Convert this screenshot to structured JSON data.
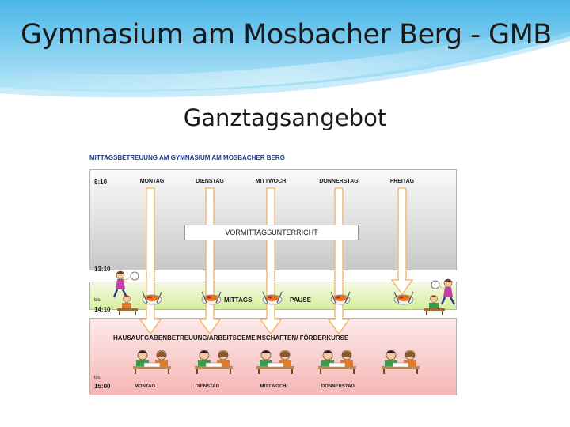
{
  "slide": {
    "title": "Gymnasium am Mosbacher Berg - GMB",
    "subtitle": "Ganztagsangebot"
  },
  "schedule": {
    "title": "MITTAGSBETREUUNG AM GYMNASIUM AM MOSBACHER BERG",
    "days": [
      "MONTAG",
      "DIENSTAG",
      "MITTWOCH",
      "DONNERSTAG",
      "FREITAG"
    ],
    "footer_days": [
      "MONTAG",
      "DIENSTAG",
      "MITTWOCH",
      "DONNERSTAG"
    ],
    "times": {
      "start": "8:10",
      "midday": "13:10",
      "bis_1": "bis",
      "lunch_end": "14:10",
      "bis_2": "bis",
      "end": "15:00"
    },
    "morning_label": "VORMITTAGSUNTERRICHT",
    "lunch_label_1": "MITTAGS",
    "lunch_label_2": "PAUSE",
    "afternoon_label": "HAUSAUFGABENBETREUUNG/ARBEITSGEMEINSCHAFTEN/ FÖRDERKURSE"
  },
  "colors": {
    "banner": "#5cc0ec",
    "arrow_fill": "#ffffff",
    "arrow_stroke": "#f0b060",
    "lunch_band": "#d8ee9e",
    "afternoon_band": "#f6b6b6",
    "title_blue": "#1f3b86"
  },
  "icons": [
    "lunch-plate-icon",
    "student-homework-icon",
    "child-ball-icon"
  ]
}
